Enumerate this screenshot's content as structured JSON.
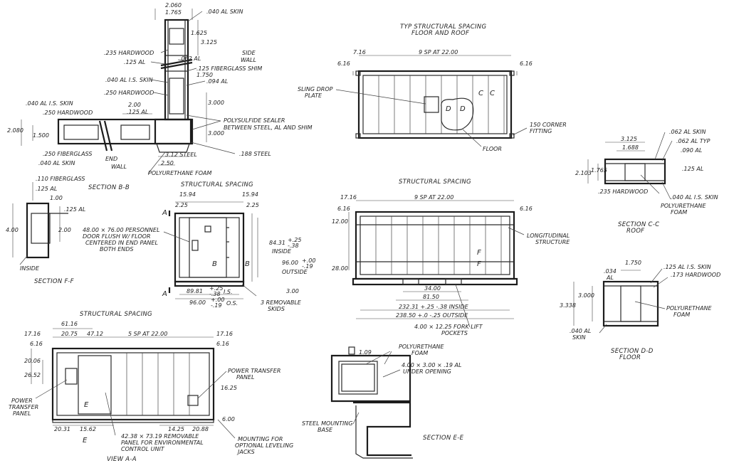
{
  "section_bb": {
    "title": "SECTION B-B",
    "dims": [
      "2.060",
      "1.765",
      "1.625",
      "3.125",
      "1.750",
      "3.000",
      "2.00",
      "3.000",
      "2.080",
      "1.500",
      "3.12 STEEL",
      "2.50"
    ],
    "labels": [
      ".040 AL SKIN",
      ".235 HARDWOOD",
      ".125 AL",
      ".062 AL",
      "SIDE",
      "WALL",
      ".125 FIBERGLASS SHIM",
      ".040 AL I.S. SKIN",
      ".094 AL",
      ".250 HARDWOOD",
      ".040 AL I.S. SKIN",
      ".250 HARDWOOD",
      ".125 AL",
      "POLYSULFIDE SEALER",
      "BETWEEN STEEL, AL AND SHIM",
      ".250 FIBERGLASS",
      ".040 AL SKIN",
      "END",
      "WALL",
      "POLYURETHANE FOAM",
      ".188 STEEL"
    ]
  },
  "section_ff": {
    "title": "SECTION F-F",
    "labels": [
      ".110 FIBERGLASS",
      ".125 AL",
      "1.00",
      ".125 AL",
      "4.00",
      "2.00",
      "INSIDE"
    ]
  },
  "end_view": {
    "title": "STRUCTURAL SPACING",
    "labels": [
      "15.94",
      "15.94",
      "2.25",
      "2.25",
      "A",
      "A",
      "B",
      "B",
      "48.00 × 76.00 PERSONNEL",
      "DOOR FLUSH W/ FLOOR",
      "CENTERED IN END PANEL",
      "BOTH ENDS",
      "84.31",
      "+.25",
      "-.38",
      "INSIDE",
      "96.00",
      "+.00",
      "-.19",
      "OUTSIDE",
      "3.00",
      "89.81",
      "+.25",
      "-.38",
      "I.S.",
      "96.00",
      "+.00",
      "-.19",
      "O.S.",
      "3 REMOVABLE",
      "SKIDS"
    ]
  },
  "view_aa": {
    "title": "STRUCTURAL SPACING",
    "labels": [
      "61.16",
      "17.16",
      "20.75",
      "47.12",
      "5 SP AT 22.00",
      "17.16",
      "6.16",
      "6.16",
      "20.06",
      "26.52",
      "POWER",
      "TRANSFER",
      "PANEL",
      "POWER TRANSFER",
      "PANEL",
      "16.25",
      "6.00",
      "E",
      "E",
      "20.31",
      "15.62",
      "14.25",
      "20.88",
      "42.38 × 73.19 REMOVABLE",
      "PANEL FOR ENVIRONMENTAL",
      "CONTROL UNIT",
      "MOUNTING FOR",
      "OPTIONAL LEVELING",
      "JACKS",
      "VIEW A-A"
    ]
  },
  "typ_spacing": {
    "title_line1": "TYP STRUCTURAL SPACING",
    "title_line2": "FLOOR AND ROOF",
    "labels": [
      "7.16",
      "9 SP AT 22.00",
      "6.16",
      "6.16",
      "SLING DROP",
      "PLATE",
      "C",
      "C",
      "D",
      "D",
      "FLOOR",
      "150 CORNER",
      "FITTING"
    ]
  },
  "side_spacing": {
    "title": "STRUCTURAL SPACING",
    "labels": [
      "17.16",
      "9 SP AT 22.00",
      "6.16",
      "6.16",
      "12.00",
      "28.00",
      "F",
      "F",
      "LONGITUDINAL",
      "STRUCTURE",
      "34.00",
      "81.50",
      "232.31 +.25 -.38 INSIDE",
      "238.50 +.0 -.25 OUTSIDE",
      "4.00 × 12.25 FORK LIFT",
      "POCKETS"
    ]
  },
  "section_cc": {
    "title_line1": "SECTION C-C",
    "title_line2": "ROOF",
    "labels": [
      "3.125",
      "1.688",
      ".062 AL SKIN",
      ".062 AL TYP",
      ".090 AL",
      "1.765",
      "2.103",
      ".125 AL",
      ".235 HARDWOOD",
      ".040 AL I.S. SKIN",
      "POLYURETHANE",
      "FOAM"
    ]
  },
  "section_dd": {
    "title_line1": "SECTION D-D",
    "title_line2": "FLOOR",
    "labels": [
      "1.750",
      ".034",
      "AL",
      ".125 AL I.S. SKIN",
      ".173 HARDWOOD",
      "3.000",
      "3.338",
      "POLYURETHANE",
      "FOAM",
      ".040 AL",
      "SKIN"
    ]
  },
  "section_ee": {
    "title": "SECTION E-E",
    "labels": [
      "1.09",
      "POLYURETHANE",
      "FOAM",
      "4.00 × 3.00 × .19 AL",
      "UNDER OPENING",
      "STEEL MOUNTING",
      "BASE"
    ]
  }
}
